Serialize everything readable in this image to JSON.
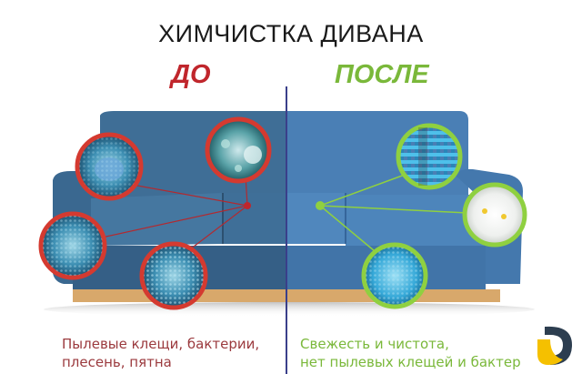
{
  "title": "ХИМЧИСТКА ДИВАНА",
  "before": {
    "label": "ДО",
    "caption_line1": "Пылевые клещи, бактерии,",
    "caption_line2": "плесень, пятна",
    "accent": "#c0262c",
    "callouts": [
      "dust-mite",
      "virus",
      "mold",
      "dirty-fabric"
    ]
  },
  "after": {
    "label": "ПОСЛЕ",
    "caption_line1": "Свежесть и чистота,",
    "caption_line2": "нет пылевых клещей и бактер",
    "accent": "#7ab83a",
    "callouts": [
      "clean-fibers",
      "flowers",
      "clean-fabric"
    ]
  },
  "colors": {
    "sofa": "#3f6e96",
    "sofa_right": "#4a7fb5",
    "base": "#d8a86b",
    "divider": "#3a3f8a",
    "logo_dark": "#2d3e50",
    "logo_yellow": "#f5c000"
  }
}
